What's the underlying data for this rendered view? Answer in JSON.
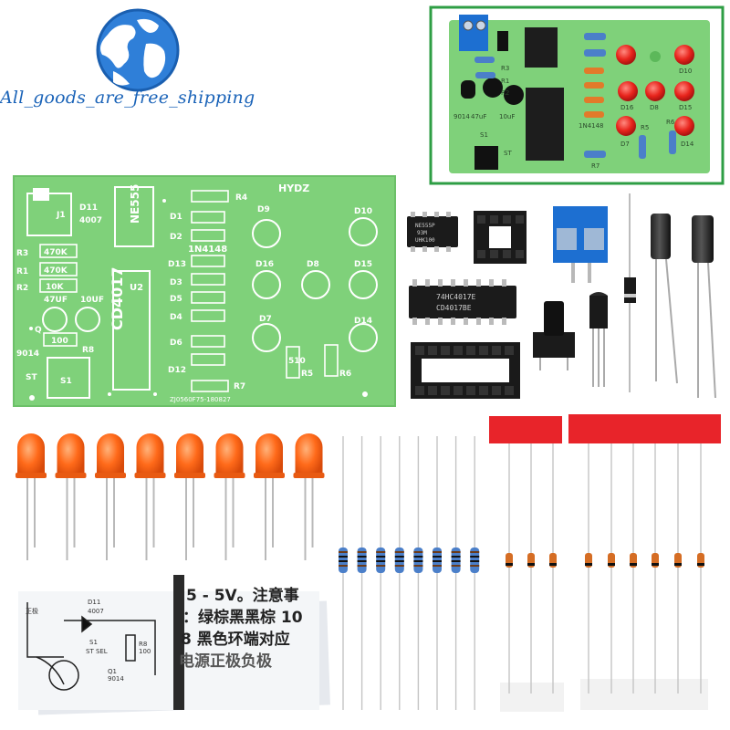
{
  "brand": {
    "watermark": "All_goods_are_free_shipping"
  },
  "board": {
    "maker": "HYDZ",
    "ic_main": "CD4017",
    "ic_timer": "NE555",
    "ic_main_ref": "U2",
    "silk_ref": "1N4148",
    "silk_labels": [
      "J1",
      "D11",
      "4007",
      "R1",
      "R2",
      "R3",
      "470K",
      "470K",
      "10K",
      "47UF",
      "10UF",
      "9014",
      "Q",
      "R8",
      "100",
      "S1",
      "ST",
      "R4",
      "R5",
      "R6",
      "R7",
      "510",
      "D1",
      "D2",
      "D3",
      "D4",
      "D5",
      "D6",
      "D7",
      "D8",
      "D9",
      "D10",
      "D12",
      "D13",
      "D14",
      "D15",
      "D16"
    ],
    "serial": "ZJ0560F75-180827"
  },
  "inset": {
    "labels": [
      "R3",
      "R1",
      "R2",
      "9014",
      "47uF",
      "10uF",
      "S1",
      "ST",
      "1N4148",
      "D10",
      "D16",
      "D8",
      "D15",
      "D7",
      "D14",
      "R5",
      "R6",
      "R7"
    ]
  },
  "chips": {
    "ne555_marking": [
      "NE555P",
      "93M",
      "UHK100"
    ],
    "cd4017_marking": [
      "74HC4017E",
      "CD4017BE"
    ]
  },
  "manual": {
    "lines": [
      "5 - 5V。注意事",
      "：绿棕黑黑棕 10",
      "8 黑色环端对应",
      "电源正极负极"
    ],
    "schematic_labels": [
      "正极",
      "D11",
      "4007",
      "R8",
      "100",
      "Q1",
      "9014",
      "S1",
      "ST SEL"
    ]
  },
  "colors": {
    "pcb": "#7fd17a",
    "pcb_dark": "#5cb85a",
    "inset_border": "#2e9e44",
    "led_loose": "#ff6a1a",
    "led_mounted": "#e8241c",
    "terminal": "#1d6fd1",
    "tape": "#e8242a",
    "brand": "#1a63b8"
  }
}
